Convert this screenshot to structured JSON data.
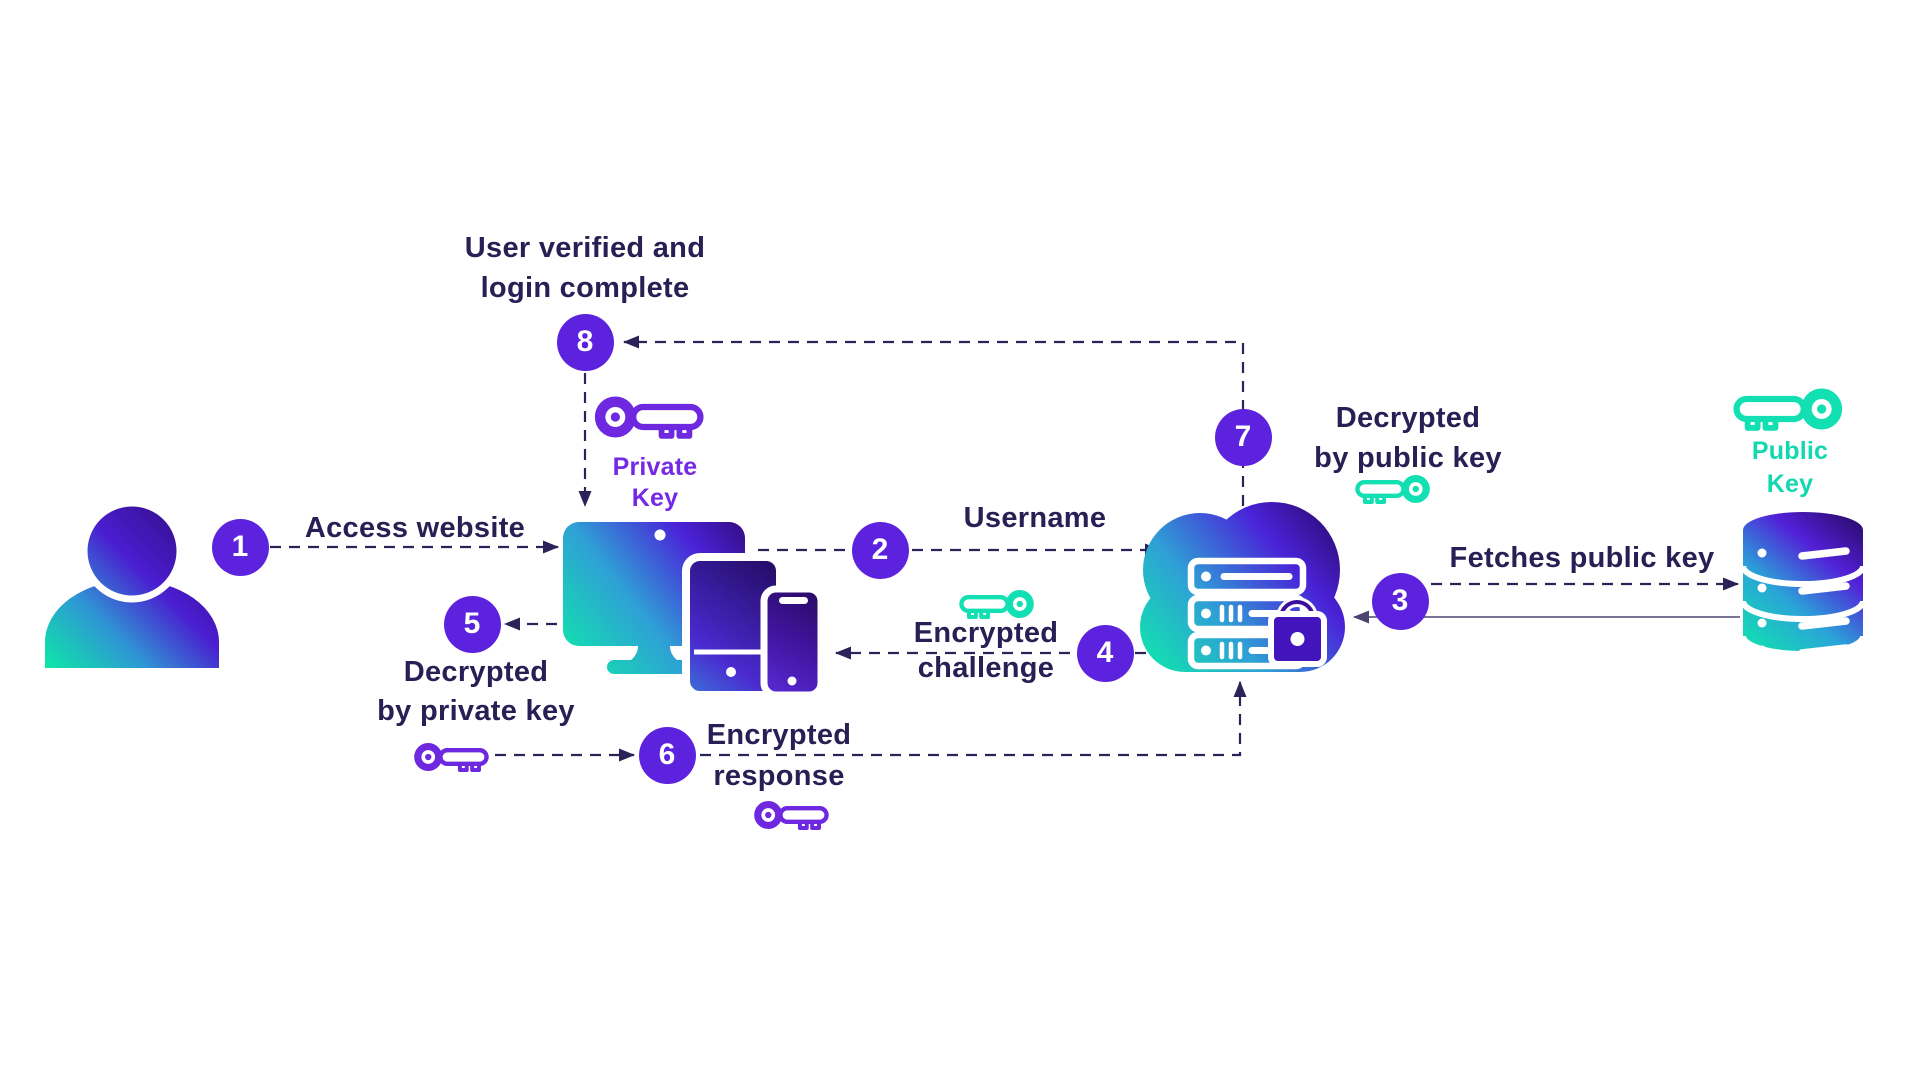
{
  "diagram": {
    "steps": [
      {
        "number": "1",
        "label": "Access website"
      },
      {
        "number": "2",
        "label": "Username"
      },
      {
        "number": "3",
        "label": "Fetches public key"
      },
      {
        "number": "4",
        "label": "Encrypted\nchallenge"
      },
      {
        "number": "5",
        "label": "Decrypted\nby private key"
      },
      {
        "number": "6",
        "label": "Encrypted\nresponse"
      },
      {
        "number": "7",
        "label": "Decrypted\nby public key"
      },
      {
        "number": "8",
        "label": "User verified and\nlogin complete"
      }
    ],
    "key_labels": {
      "private": "Private\nKey",
      "public": "Public\nKey"
    },
    "icons": [
      "user-icon",
      "devices-icon",
      "private-key-icon",
      "cloud-server-lock-icon",
      "database-icon",
      "public-key-icon"
    ],
    "colors": {
      "accent_purple": "#5c22dd",
      "text_navy": "#272054",
      "key_teal": "#12dfb2",
      "key_purple": "#6d28e0",
      "gradient_teal": "#0fe7ac",
      "gradient_blue": "#2f9fd6",
      "gradient_purple": "#4a22d8",
      "gradient_dark": "#2a0968"
    }
  }
}
